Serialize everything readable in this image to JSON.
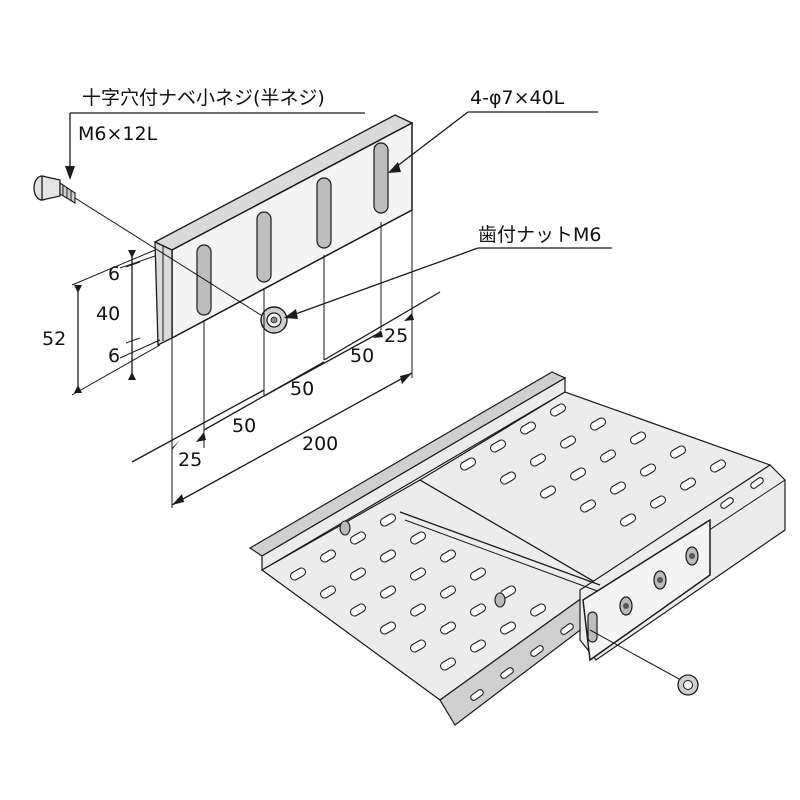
{
  "callouts": {
    "screw_name": "十字穴付ナベ小ネジ(半ネジ)",
    "screw_size": "M6×12L",
    "slot_spec": "4-φ7×40L",
    "nut_name": "歯付ナットM6"
  },
  "dimensions": {
    "v_top": "6",
    "v_mid": "40",
    "v_bottom": "6",
    "v_total": "52",
    "h_pitch_a": "50",
    "h_pitch_b": "50",
    "h_pitch_c": "50",
    "h_edge_left": "25",
    "h_edge_right": "25",
    "h_total": "200"
  }
}
